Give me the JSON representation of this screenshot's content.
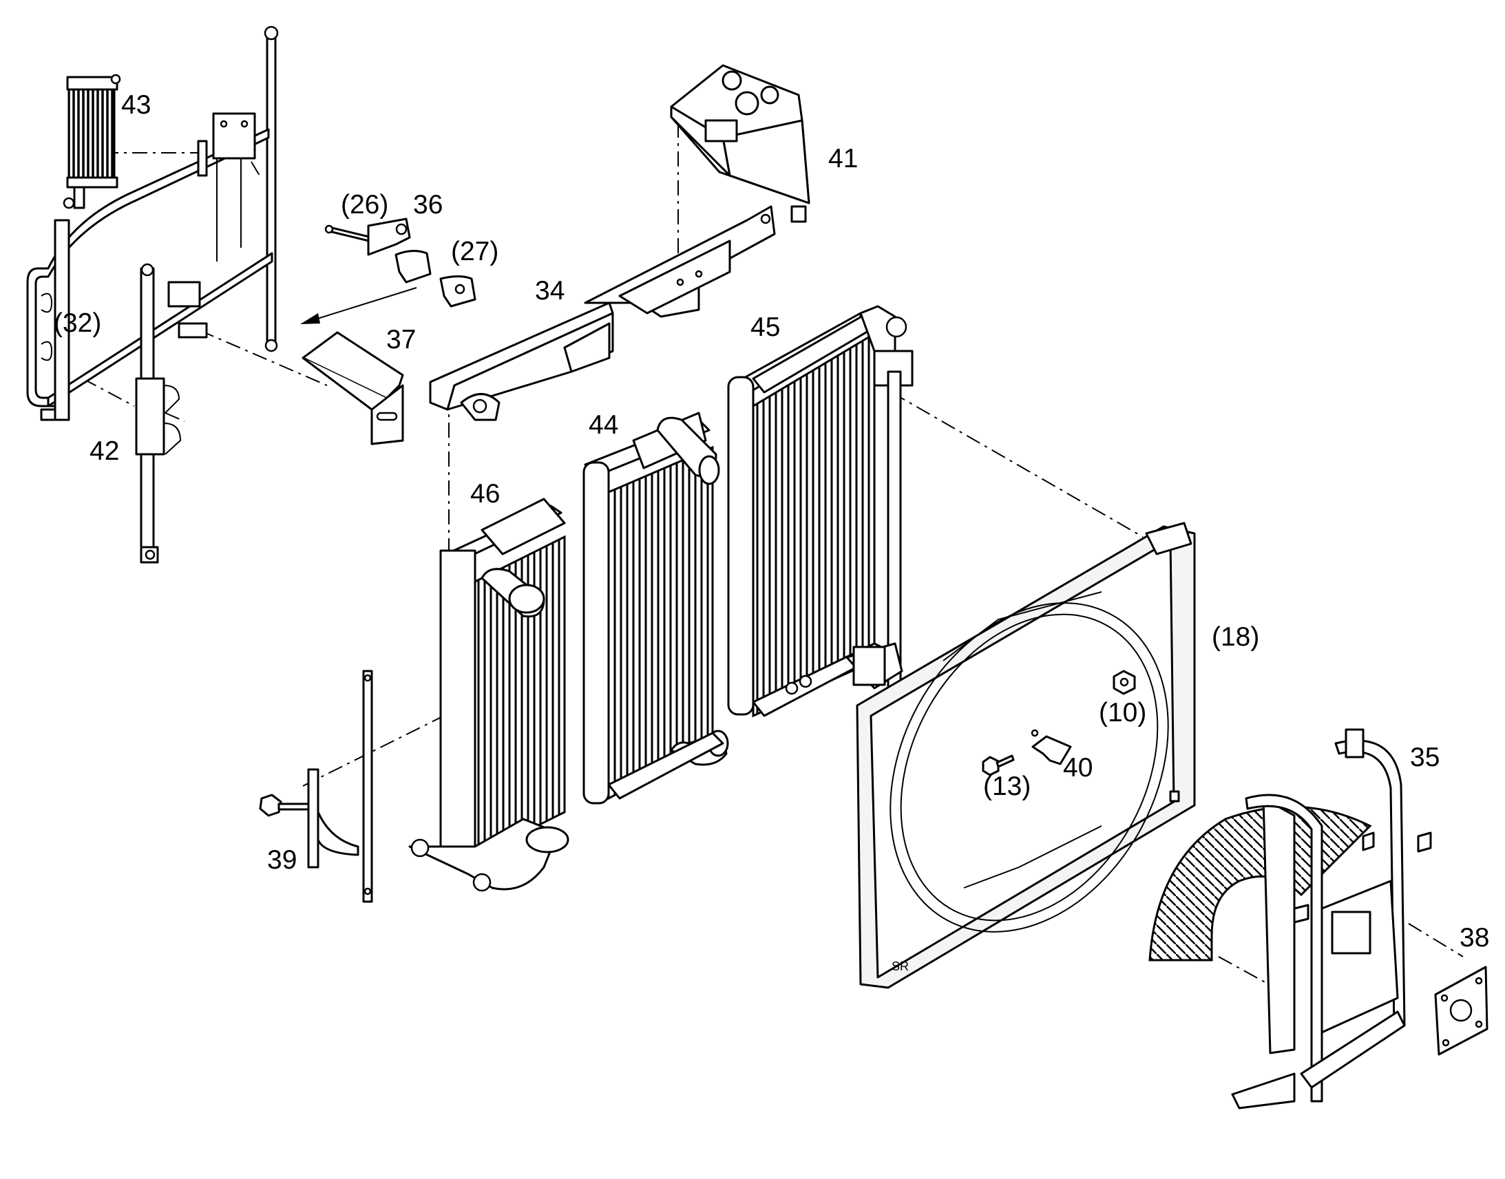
{
  "callouts": {
    "c43": "43",
    "c41": "41",
    "c26": "(26)",
    "c36": "36",
    "c27": "(27)",
    "c34": "34",
    "c32": "(32)",
    "c37": "37",
    "c45": "45",
    "c44": "44",
    "c42": "42",
    "c46": "46",
    "c18": "(18)",
    "c10": "(10)",
    "c35": "35",
    "c40": "40",
    "c13": "(13)",
    "c39": "39",
    "c38": "38"
  }
}
